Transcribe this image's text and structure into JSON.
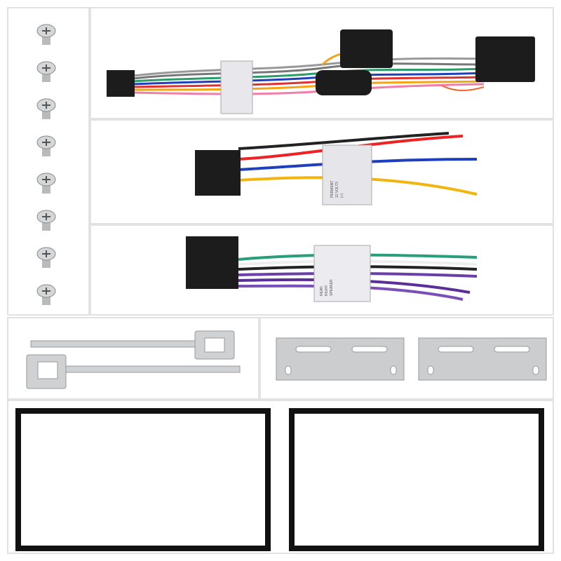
{
  "product": {
    "panels": [
      {
        "name": "screws",
        "count": 8
      },
      {
        "name": "main-harness"
      },
      {
        "name": "power-harness",
        "tag_text": [
          "PERMENT",
          "12 VOLTS",
          "(+)"
        ]
      },
      {
        "name": "speaker-harness",
        "tag_text": [
          "REAR",
          "RIGHT",
          "SPEAKER"
        ]
      },
      {
        "name": "removal-keys",
        "count": 2
      },
      {
        "name": "mounting-brackets",
        "count": 2
      },
      {
        "name": "trim-frames",
        "count": 2
      }
    ]
  },
  "colors": {
    "frame": "#111111",
    "metal": "#c9cbcd",
    "connector": "#1c1c1c",
    "panel_border": "#e2e2e2"
  }
}
